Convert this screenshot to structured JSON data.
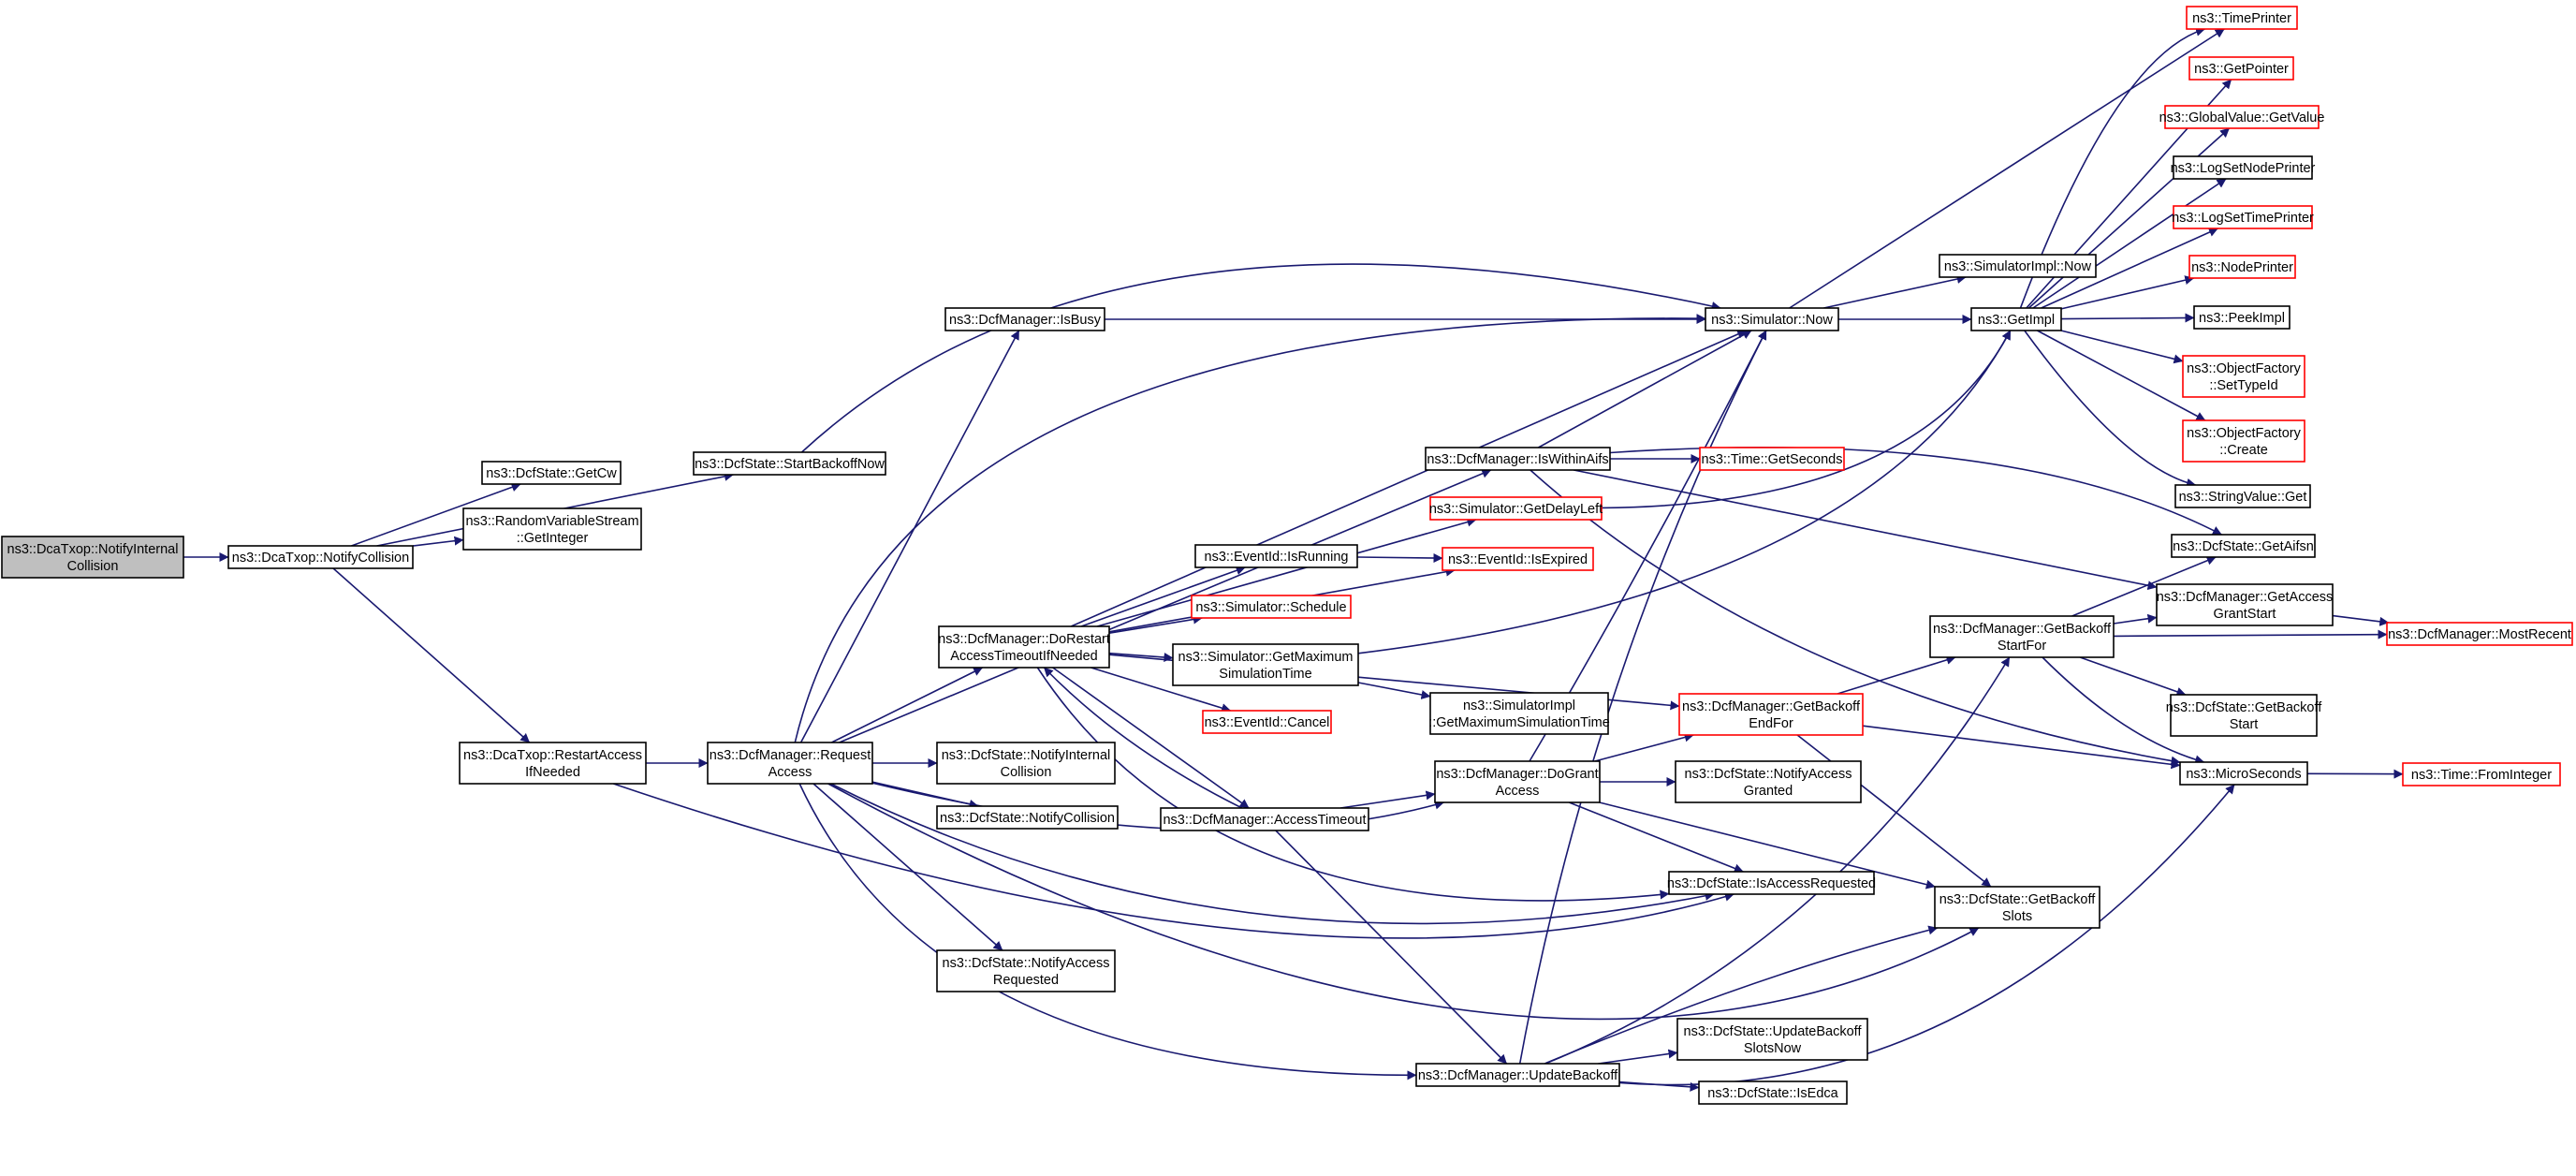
{
  "colors": {
    "edge": "#191970",
    "box_normal": "#000000",
    "box_red": "#ff0000",
    "box_root_fill": "#bfbfbf",
    "background": "#ffffff"
  },
  "nodes": [
    {
      "id": "n_root",
      "lines": [
        "ns3::DcaTxop::NotifyInternal",
        "Collision"
      ],
      "style": "root",
      "name": "node-dcatxop-notifyinternalcollision"
    },
    {
      "id": "n_notifycoll",
      "lines": [
        "ns3::DcaTxop::NotifyCollision"
      ],
      "style": "normal",
      "name": "node-dcatxop-notifycollision"
    },
    {
      "id": "n_getcw",
      "lines": [
        "ns3::DcfState::GetCw"
      ],
      "style": "normal",
      "name": "node-dcfstate-getcw"
    },
    {
      "id": "n_rvs",
      "lines": [
        "ns3::RandomVariableStream",
        "::GetInteger"
      ],
      "style": "normal",
      "name": "node-randomvariablestream-getinteger"
    },
    {
      "id": "n_startbackoff",
      "lines": [
        "ns3::DcfState::StartBackoffNow"
      ],
      "style": "normal",
      "name": "node-dcfstate-startbackoffnow"
    },
    {
      "id": "n_restartaccess",
      "lines": [
        "ns3::DcaTxop::RestartAccess",
        "IfNeeded"
      ],
      "style": "normal",
      "name": "node-dcatxop-restartaccessifneeded"
    },
    {
      "id": "n_requestaccess",
      "lines": [
        "ns3::DcfManager::Request",
        "Access"
      ],
      "style": "normal",
      "name": "node-dcfmanager-requestaccess"
    },
    {
      "id": "n_isbusy",
      "lines": [
        "ns3::DcfManager::IsBusy"
      ],
      "style": "normal",
      "name": "node-dcfmanager-isbusy"
    },
    {
      "id": "n_dorestart",
      "lines": [
        "ns3::DcfManager::DoRestart",
        "AccessTimeoutIfNeeded"
      ],
      "style": "normal",
      "name": "node-dcfmanager-dorestartaccesstimeoutifneeded"
    },
    {
      "id": "n_nic",
      "lines": [
        "ns3::DcfState::NotifyInternal",
        "Collision"
      ],
      "style": "normal",
      "name": "node-dcfstate-notifyinternalcollision"
    },
    {
      "id": "n_nc",
      "lines": [
        "ns3::DcfState::NotifyCollision"
      ],
      "style": "normal",
      "name": "node-dcfstate-notifycollision"
    },
    {
      "id": "n_nar",
      "lines": [
        "ns3::DcfState::NotifyAccess",
        "Requested"
      ],
      "style": "normal",
      "name": "node-dcfstate-notifyaccessrequested"
    },
    {
      "id": "n_isrunning",
      "lines": [
        "ns3::EventId::IsRunning"
      ],
      "style": "normal",
      "name": "node-eventid-isrunning"
    },
    {
      "id": "n_schedule",
      "lines": [
        "ns3::Simulator::Schedule"
      ],
      "style": "red",
      "name": "node-simulator-schedule"
    },
    {
      "id": "n_getmaxsim",
      "lines": [
        "ns3::Simulator::GetMaximum",
        "SimulationTime"
      ],
      "style": "normal",
      "name": "node-simulator-getmaximumsimulationtime"
    },
    {
      "id": "n_cancel",
      "lines": [
        "ns3::EventId::Cancel"
      ],
      "style": "red",
      "name": "node-eventid-cancel"
    },
    {
      "id": "n_accesstimeout",
      "lines": [
        "ns3::DcfManager::AccessTimeout"
      ],
      "style": "normal",
      "name": "node-dcfmanager-accesstimeout"
    },
    {
      "id": "n_iswithinaifs",
      "lines": [
        "ns3::DcfManager::IsWithinAifs"
      ],
      "style": "normal",
      "name": "node-dcfmanager-iswithinaifs"
    },
    {
      "id": "n_getdelayleft",
      "lines": [
        "ns3::Simulator::GetDelayLeft"
      ],
      "style": "red",
      "name": "node-simulator-getdelayleft"
    },
    {
      "id": "n_isexpired",
      "lines": [
        "ns3::EventId::IsExpired"
      ],
      "style": "red",
      "name": "node-eventid-isexpired"
    },
    {
      "id": "n_simimplmax",
      "lines": [
        "ns3::SimulatorImpl",
        "::GetMaximumSimulationTime"
      ],
      "style": "normal",
      "name": "node-simulatorimpl-getmaximumsimulationtime"
    },
    {
      "id": "n_dogrant",
      "lines": [
        "ns3::DcfManager::DoGrant",
        "Access"
      ],
      "style": "normal",
      "name": "node-dcfmanager-dograntaccess"
    },
    {
      "id": "n_updatebackoff",
      "lines": [
        "ns3::DcfManager::UpdateBackoff"
      ],
      "style": "normal",
      "name": "node-dcfmanager-updatebackoff"
    },
    {
      "id": "n_now",
      "lines": [
        "ns3::Simulator::Now"
      ],
      "style": "normal",
      "name": "node-simulator-now"
    },
    {
      "id": "n_timegetseconds",
      "lines": [
        "ns3::Time::GetSeconds"
      ],
      "style": "red",
      "name": "node-time-getseconds"
    },
    {
      "id": "n_getbackoffendfor",
      "lines": [
        "ns3::DcfManager::GetBackoff",
        "EndFor"
      ],
      "style": "red",
      "name": "node-dcfmanager-getbackoffendfor"
    },
    {
      "id": "n_nag",
      "lines": [
        "ns3::DcfState::NotifyAccess",
        "Granted"
      ],
      "style": "normal",
      "name": "node-dcfstate-notifyaccessgranted"
    },
    {
      "id": "n_isaccessrequested",
      "lines": [
        "ns3::DcfState::IsAccessRequested"
      ],
      "style": "normal",
      "name": "node-dcfstate-isaccessrequested"
    },
    {
      "id": "n_ubsn",
      "lines": [
        "ns3::DcfState::UpdateBackoff",
        "SlotsNow"
      ],
      "style": "normal",
      "name": "node-dcfstate-updatebackoffslotsnow"
    },
    {
      "id": "n_isedca",
      "lines": [
        "ns3::DcfState::IsEdca"
      ],
      "style": "normal",
      "name": "node-dcfstate-isedca"
    },
    {
      "id": "n_simimplnow",
      "lines": [
        "ns3::SimulatorImpl::Now"
      ],
      "style": "normal",
      "name": "node-simulatorimpl-now"
    },
    {
      "id": "n_getimpl",
      "lines": [
        "ns3::GetImpl"
      ],
      "style": "normal",
      "name": "node-getimpl"
    },
    {
      "id": "n_getbackoffstartfor",
      "lines": [
        "ns3::DcfManager::GetBackoff",
        "StartFor"
      ],
      "style": "normal",
      "name": "node-dcfmanager-getbackoffstartfor"
    },
    {
      "id": "n_getbackoffslots",
      "lines": [
        "ns3::DcfState::GetBackoff",
        "Slots"
      ],
      "style": "normal",
      "name": "node-dcfstate-getbackoffslots"
    },
    {
      "id": "n_timeprinter",
      "lines": [
        "ns3::TimePrinter"
      ],
      "style": "red",
      "name": "node-timeprinter"
    },
    {
      "id": "n_getpointer",
      "lines": [
        "ns3::GetPointer"
      ],
      "style": "red",
      "name": "node-getpointer"
    },
    {
      "id": "n_globalvalue",
      "lines": [
        "ns3::GlobalValue::GetValue"
      ],
      "style": "red",
      "name": "node-globalvalue-getvalue"
    },
    {
      "id": "n_logsetnode",
      "lines": [
        "ns3::LogSetNodePrinter"
      ],
      "style": "normal",
      "name": "node-logsetnodeprinter"
    },
    {
      "id": "n_logsettime",
      "lines": [
        "ns3::LogSetTimePrinter"
      ],
      "style": "red",
      "name": "node-logsettimeprinter"
    },
    {
      "id": "n_nodeprinter",
      "lines": [
        "ns3::NodePrinter"
      ],
      "style": "red",
      "name": "node-nodeprinter"
    },
    {
      "id": "n_peekimpl",
      "lines": [
        "ns3::PeekImpl"
      ],
      "style": "normal",
      "name": "node-peekimpl"
    },
    {
      "id": "n_ofsettypeid",
      "lines": [
        "ns3::ObjectFactory",
        "::SetTypeId"
      ],
      "style": "red",
      "name": "node-objectfactory-settypeid"
    },
    {
      "id": "n_ofcreate",
      "lines": [
        "ns3::ObjectFactory",
        "::Create"
      ],
      "style": "red",
      "name": "node-objectfactory-create"
    },
    {
      "id": "n_stringvalue",
      "lines": [
        "ns3::StringValue::Get"
      ],
      "style": "normal",
      "name": "node-stringvalue-get"
    },
    {
      "id": "n_getaifsn",
      "lines": [
        "ns3::DcfState::GetAifsn"
      ],
      "style": "normal",
      "name": "node-dcfstate-getaifsn"
    },
    {
      "id": "n_getaccessgrantstart",
      "lines": [
        "ns3::DcfManager::GetAccess",
        "GrantStart"
      ],
      "style": "normal",
      "name": "node-dcfmanager-getaccessgrantstart"
    },
    {
      "id": "n_mostrecent",
      "lines": [
        "ns3::DcfManager::MostRecent"
      ],
      "style": "red",
      "name": "node-dcfmanager-mostrecent"
    },
    {
      "id": "n_getbackoffstart",
      "lines": [
        "ns3::DcfState::GetBackoff",
        "Start"
      ],
      "style": "normal",
      "name": "node-dcfstate-getbackoffstart"
    },
    {
      "id": "n_microseconds",
      "lines": [
        "ns3::MicroSeconds"
      ],
      "style": "normal",
      "name": "node-microseconds"
    },
    {
      "id": "n_frominteger",
      "lines": [
        "ns3::Time::FromInteger"
      ],
      "style": "red",
      "name": "node-time-frominteger"
    }
  ],
  "edges": [
    [
      "n_root",
      "n_notifycoll"
    ],
    [
      "n_notifycoll",
      "n_getcw"
    ],
    [
      "n_notifycoll",
      "n_rvs"
    ],
    [
      "n_notifycoll",
      "n_startbackoff"
    ],
    [
      "n_notifycoll",
      "n_restartaccess"
    ],
    [
      "n_startbackoff",
      "n_now"
    ],
    [
      "n_restartaccess",
      "n_requestaccess"
    ],
    [
      "n_restartaccess",
      "n_isaccessrequested"
    ],
    [
      "n_requestaccess",
      "n_isbusy"
    ],
    [
      "n_requestaccess",
      "n_now"
    ],
    [
      "n_requestaccess",
      "n_iswithinaifs"
    ],
    [
      "n_requestaccess",
      "n_dorestart"
    ],
    [
      "n_requestaccess",
      "n_nic"
    ],
    [
      "n_requestaccess",
      "n_nc"
    ],
    [
      "n_requestaccess",
      "n_nar"
    ],
    [
      "n_requestaccess",
      "n_dogrant"
    ],
    [
      "n_requestaccess",
      "n_updatebackoff"
    ],
    [
      "n_requestaccess",
      "n_isaccessrequested"
    ],
    [
      "n_requestaccess",
      "n_getbackoffslots"
    ],
    [
      "n_isbusy",
      "n_now"
    ],
    [
      "n_dorestart",
      "n_now"
    ],
    [
      "n_dorestart",
      "n_getdelayleft"
    ],
    [
      "n_dorestart",
      "n_isrunning"
    ],
    [
      "n_dorestart",
      "n_isexpired"
    ],
    [
      "n_dorestart",
      "n_schedule"
    ],
    [
      "n_dorestart",
      "n_getmaxsim"
    ],
    [
      "n_dorestart",
      "n_cancel"
    ],
    [
      "n_dorestart",
      "n_accesstimeout"
    ],
    [
      "n_dorestart",
      "n_getbackoffendfor"
    ],
    [
      "n_dorestart",
      "n_isaccessrequested"
    ],
    [
      "n_isrunning",
      "n_isexpired"
    ],
    [
      "n_getmaxsim",
      "n_getimpl"
    ],
    [
      "n_getmaxsim",
      "n_simimplmax"
    ],
    [
      "n_accesstimeout",
      "n_dorestart"
    ],
    [
      "n_accesstimeout",
      "n_dogrant"
    ],
    [
      "n_accesstimeout",
      "n_updatebackoff"
    ],
    [
      "n_iswithinaifs",
      "n_now"
    ],
    [
      "n_iswithinaifs",
      "n_timegetseconds"
    ],
    [
      "n_iswithinaifs",
      "n_getaifsn"
    ],
    [
      "n_iswithinaifs",
      "n_getaccessgrantstart"
    ],
    [
      "n_iswithinaifs",
      "n_microseconds"
    ],
    [
      "n_getdelayleft",
      "n_getimpl"
    ],
    [
      "n_dogrant",
      "n_now"
    ],
    [
      "n_dogrant",
      "n_getbackoffendfor"
    ],
    [
      "n_dogrant",
      "n_nag"
    ],
    [
      "n_dogrant",
      "n_isaccessrequested"
    ],
    [
      "n_dogrant",
      "n_getbackoffslots"
    ],
    [
      "n_updatebackoff",
      "n_now"
    ],
    [
      "n_updatebackoff",
      "n_getbackoffstartfor"
    ],
    [
      "n_updatebackoff",
      "n_getbackoffslots"
    ],
    [
      "n_updatebackoff",
      "n_ubsn"
    ],
    [
      "n_updatebackoff",
      "n_isedca"
    ],
    [
      "n_updatebackoff",
      "n_microseconds"
    ],
    [
      "n_now",
      "n_timeprinter"
    ],
    [
      "n_now",
      "n_simimplnow"
    ],
    [
      "n_now",
      "n_getimpl"
    ],
    [
      "n_getbackoffendfor",
      "n_getbackoffstartfor"
    ],
    [
      "n_getbackoffendfor",
      "n_microseconds"
    ],
    [
      "n_getbackoffendfor",
      "n_getbackoffslots"
    ],
    [
      "n_getimpl",
      "n_timeprinter"
    ],
    [
      "n_getimpl",
      "n_getpointer"
    ],
    [
      "n_getimpl",
      "n_globalvalue"
    ],
    [
      "n_getimpl",
      "n_logsetnode"
    ],
    [
      "n_getimpl",
      "n_logsettime"
    ],
    [
      "n_getimpl",
      "n_nodeprinter"
    ],
    [
      "n_getimpl",
      "n_peekimpl"
    ],
    [
      "n_getimpl",
      "n_ofsettypeid"
    ],
    [
      "n_getimpl",
      "n_ofcreate"
    ],
    [
      "n_getimpl",
      "n_stringvalue"
    ],
    [
      "n_getbackoffstartfor",
      "n_getaifsn"
    ],
    [
      "n_getbackoffstartfor",
      "n_getaccessgrantstart"
    ],
    [
      "n_getbackoffstartfor",
      "n_mostrecent"
    ],
    [
      "n_getbackoffstartfor",
      "n_getbackoffstart"
    ],
    [
      "n_getbackoffstartfor",
      "n_microseconds"
    ],
    [
      "n_getaccessgrantstart",
      "n_mostrecent"
    ],
    [
      "n_microseconds",
      "n_frominteger"
    ]
  ]
}
